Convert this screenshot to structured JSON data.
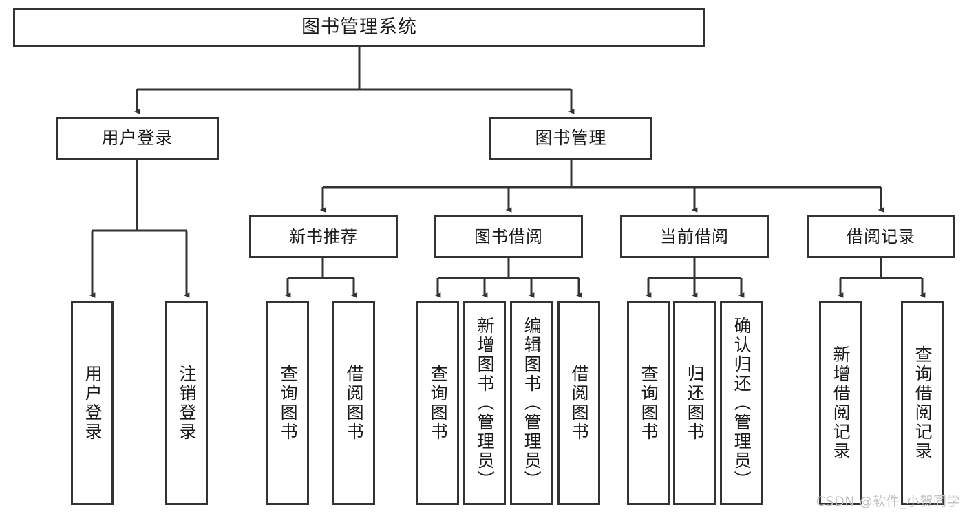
{
  "diagram": {
    "type": "tree-hierarchy-flowchart",
    "title": "图书管理系统",
    "stroke_color": "#333333",
    "fill_color": "#ffffff",
    "text_color": "#1a1a1a",
    "root": {
      "id": "root",
      "label": "图书管理系统"
    },
    "level2": [
      {
        "id": "user-login",
        "label": "用户登录"
      },
      {
        "id": "book-management",
        "label": "图书管理"
      }
    ],
    "level3": [
      {
        "id": "new-book-recommend",
        "label": "新书推荐",
        "parent": "book-management"
      },
      {
        "id": "book-borrow",
        "label": "图书借阅",
        "parent": "book-management"
      },
      {
        "id": "current-borrow",
        "label": "当前借阅",
        "parent": "book-management"
      },
      {
        "id": "borrow-record",
        "label": "借阅记录",
        "parent": "book-management"
      }
    ],
    "leaves": [
      {
        "id": "leaf-user-login",
        "label": "用户登录",
        "parent": "user-login"
      },
      {
        "id": "leaf-user-logout",
        "label": "注销登录",
        "parent": "user-login"
      },
      {
        "id": "leaf-query-book-1",
        "label": "查询图书",
        "parent": "new-book-recommend"
      },
      {
        "id": "leaf-borrow-book-1",
        "label": "借阅图书",
        "parent": "new-book-recommend"
      },
      {
        "id": "leaf-query-book-2",
        "label": "查询图书",
        "parent": "book-borrow"
      },
      {
        "id": "leaf-add-book",
        "label": "新增图书（管理员）",
        "parent": "book-borrow"
      },
      {
        "id": "leaf-edit-book",
        "label": "编辑图书（管理员）",
        "parent": "book-borrow"
      },
      {
        "id": "leaf-borrow-book-2",
        "label": "借阅图书",
        "parent": "book-borrow"
      },
      {
        "id": "leaf-query-book-3",
        "label": "查询图书",
        "parent": "current-borrow"
      },
      {
        "id": "leaf-return-book",
        "label": "归还图书",
        "parent": "current-borrow"
      },
      {
        "id": "leaf-confirm-return",
        "label": "确认归还（管理员）",
        "parent": "current-borrow"
      },
      {
        "id": "leaf-add-borrow-record",
        "label": "新增借阅记录",
        "parent": "borrow-record"
      },
      {
        "id": "leaf-query-borrow-record",
        "label": "查询借阅记录",
        "parent": "borrow-record"
      }
    ]
  },
  "watermark": {
    "text": "CSDN @软件_小贺同学"
  }
}
